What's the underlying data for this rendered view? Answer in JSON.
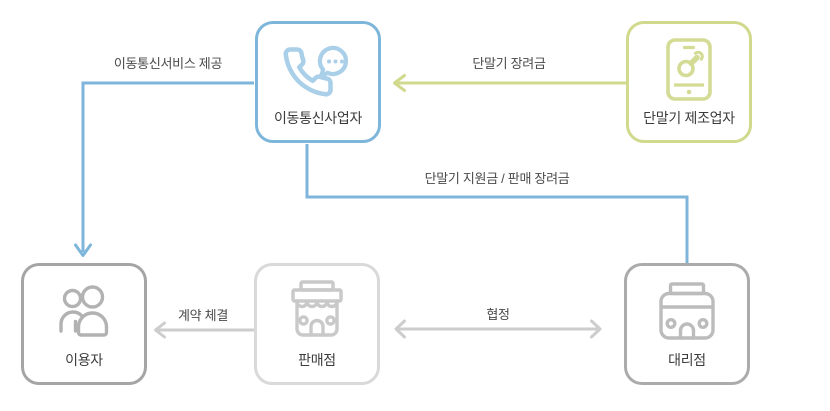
{
  "colors": {
    "background": "#ffffff",
    "node_label": "#3c3c3c",
    "edge_label": "#4a4a4a",
    "accent_blue": "#7db6da",
    "accent_green": "#d1d98c",
    "accent_gray": "#cdcdcd"
  },
  "diagram": {
    "nodes": [
      {
        "label": "이동통신사업자",
        "icon": "phone-chat-icon",
        "border_color": "#7db6da",
        "icon_color": "#a9cfe9"
      },
      {
        "label": "단말기 제조업자",
        "icon": "smartphone-wrench-icon",
        "border_color": "#d1d98c",
        "icon_color": "#d4db94"
      },
      {
        "label": "이용자",
        "icon": "users-icon",
        "border_color": "#a5a5a5",
        "icon_color": "#b2b2b2"
      },
      {
        "label": "판매점",
        "icon": "storefront-icon",
        "border_color": "#d9d9d9",
        "icon_color": "#c9c9c9"
      },
      {
        "label": "대리점",
        "icon": "shop-icon",
        "border_color": "#ababab",
        "icon_color": "#bcbcbc"
      }
    ],
    "edges": [
      {
        "label": "이동통신서비스 제공",
        "from": "이동통신사업자",
        "to": "이용자",
        "direction": "one-way",
        "color": "#7db6da"
      },
      {
        "label": "단말기 장려금",
        "from": "단말기 제조업자",
        "to": "이동통신사업자",
        "direction": "one-way",
        "color": "#d1d98c"
      },
      {
        "label": "단말기 지원금 / 판매 장려금",
        "from": "이동통신사업자",
        "to": "대리점",
        "direction": "plain",
        "color": "#7db6da"
      },
      {
        "label": "계약 체결",
        "from": "판매점",
        "to": "이용자",
        "direction": "one-way",
        "color": "#cdcdcd"
      },
      {
        "label": "협정",
        "from": "판매점",
        "to": "대리점",
        "direction": "two-way",
        "color": "#cdcdcd"
      }
    ]
  }
}
